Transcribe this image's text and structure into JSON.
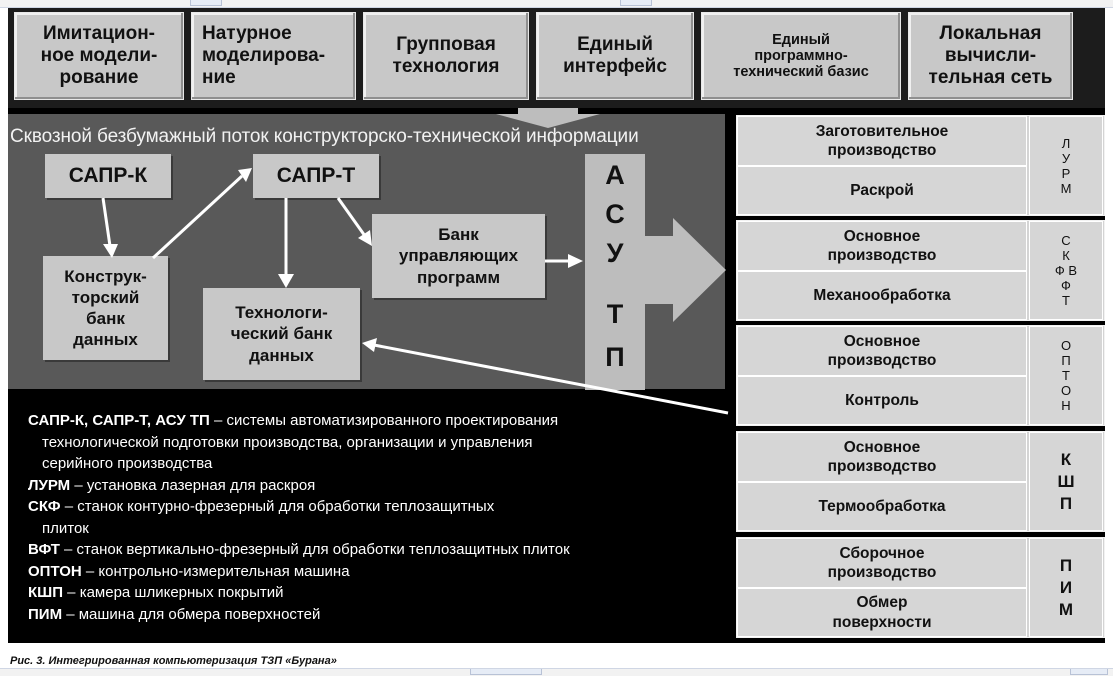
{
  "top_boxes": [
    {
      "text": "Имитацион-\nное модели-\nрование"
    },
    {
      "text": "Натурное\nмоделирова-\nние"
    },
    {
      "text": "Групповая\nтехнология"
    },
    {
      "text": "Единый\nинтерфейс"
    },
    {
      "text": "Единый\nпрограммно-\nтехнический базис"
    },
    {
      "text": "Локальная\nвычисли-\nтельная сеть"
    }
  ],
  "flow_title": "Сквозной безбумажный поток конструкторско-технической информации",
  "flow_boxes": {
    "sapr_k": "САПР-К",
    "sapr_t": "САПР-Т",
    "bank_konstr": "Конструк-\nторский\nбанк\nданных",
    "bank_tech": "Технологи-\nческий банк\nданных",
    "bank_prog": "Банк\nуправляющих\nпрограмм"
  },
  "asu_letters": [
    "А",
    "С",
    "У",
    "Т",
    "П"
  ],
  "legend": [
    {
      "term": "САПР-К, САПР-Т, АСУ ТП",
      "desc": " – системы автоматизированного проектирования"
    },
    {
      "term": "",
      "desc": "технологической подготовки производства, организации и управления",
      "indent": true
    },
    {
      "term": "",
      "desc": "серийного производства",
      "indent": true
    },
    {
      "term": "ЛУРМ",
      "desc": " – установка лазерная для раскроя"
    },
    {
      "term": "СКФ",
      "desc": " – станок контурно-фрезерный для обработки теплозащитных"
    },
    {
      "term": "",
      "desc": "плиток",
      "indent": true
    },
    {
      "term": "ВФТ",
      "desc": " – станок вертикально-фрезерный для обработки теплозащитных плиток"
    },
    {
      "term": "ОПТОН",
      "desc": " – контрольно-измерительная машина"
    },
    {
      "term": "КШП",
      "desc": " – камера шликерных покрытий"
    },
    {
      "term": "ПИМ",
      "desc": " – машина для обмера поверхностей"
    }
  ],
  "right_groups": [
    {
      "top": "Заготовительное\nпроизводство",
      "bottom": "Раскрой",
      "label_lines": [
        "Л",
        "У",
        "Р",
        "М"
      ]
    },
    {
      "top": "Основное\nпроизводство",
      "bottom": "Механообработка",
      "label_lines": [
        "С",
        "К",
        "Ф В",
        "Ф",
        "Т"
      ]
    },
    {
      "top": "Основное\nпроизводство",
      "bottom": "Контроль",
      "label_lines": [
        "О",
        "П",
        "Т",
        "О",
        "Н"
      ]
    },
    {
      "top": "Основное\nпроизводство",
      "bottom": "Термообработка",
      "label_lines": [
        "К",
        "Ш",
        "П"
      ]
    },
    {
      "top": "Сборочное\nпроизводство",
      "bottom": "Обмер\nповерхности",
      "label_lines": [
        "П",
        "И",
        "М"
      ]
    }
  ],
  "caption": "Рис. 3. Интегрированная компьютеризация ТЗП «Бурана»"
}
